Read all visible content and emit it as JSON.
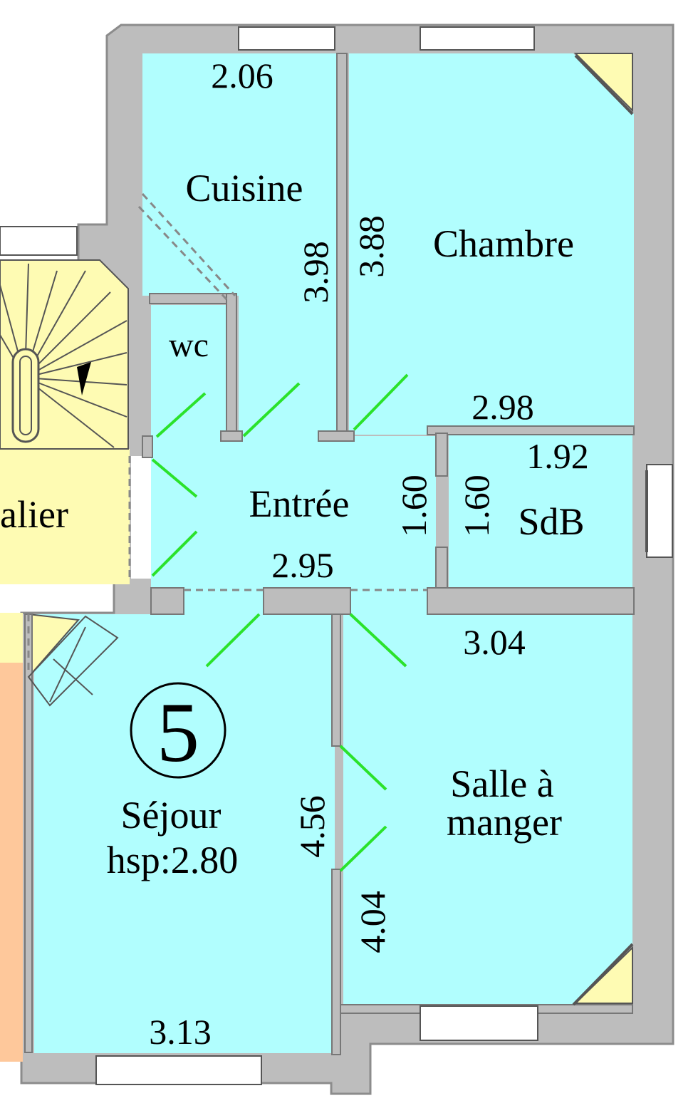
{
  "colors": {
    "room_fill": "#b1fefe",
    "wall": "#bdbdbd",
    "wall_stroke": "#8c8c8c",
    "stair_fill": "#fefbb3",
    "neighbor_fill": "#fec89b",
    "door_swing": "#2be22b",
    "closet_fill": "#fefbb3"
  },
  "rooms": {
    "cuisine": "Cuisine",
    "chambre": "Chambre",
    "wc": "wc",
    "entree": "Entrée",
    "sdb": "SdB",
    "palier": "alier",
    "sejour": "Séjour",
    "sejour_height": "hsp:2.80",
    "salle_line1": "Salle à",
    "salle_line2": "manger"
  },
  "unit_number": "5",
  "dimensions": {
    "cuisine_width": "2.06",
    "cuisine_length": "3.98",
    "chambre_length": "3.88",
    "chambre_width": "2.98",
    "sdb_width": "1.92",
    "entree_depth": "1.60",
    "sdb_depth": "1.60",
    "entree_width": "2.95",
    "salle_width": "3.04",
    "sejour_length": "4.56",
    "salle_length": "4.04",
    "sejour_width": "3.13"
  }
}
